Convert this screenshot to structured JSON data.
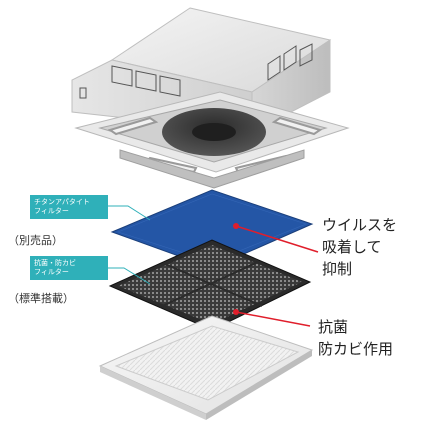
{
  "labels": {
    "titanium_filter": [
      "チタンアパタイト",
      "フィルター"
    ],
    "titanium_note": "（別売品）",
    "antibac_filter": [
      "抗菌・防カビ",
      "フィルター"
    ],
    "antibac_note": "（標準搭載）"
  },
  "callouts": {
    "virus": [
      "ウイルスを",
      "吸着して",
      "抑制"
    ],
    "antibac": [
      "抗菌",
      "防カビ作用"
    ]
  },
  "colors": {
    "tag_bg": "#2fb0b9",
    "pointer_red": "#e01e2b",
    "blue_filter": "#2456a6",
    "black_filter": "#2b2b2b"
  }
}
